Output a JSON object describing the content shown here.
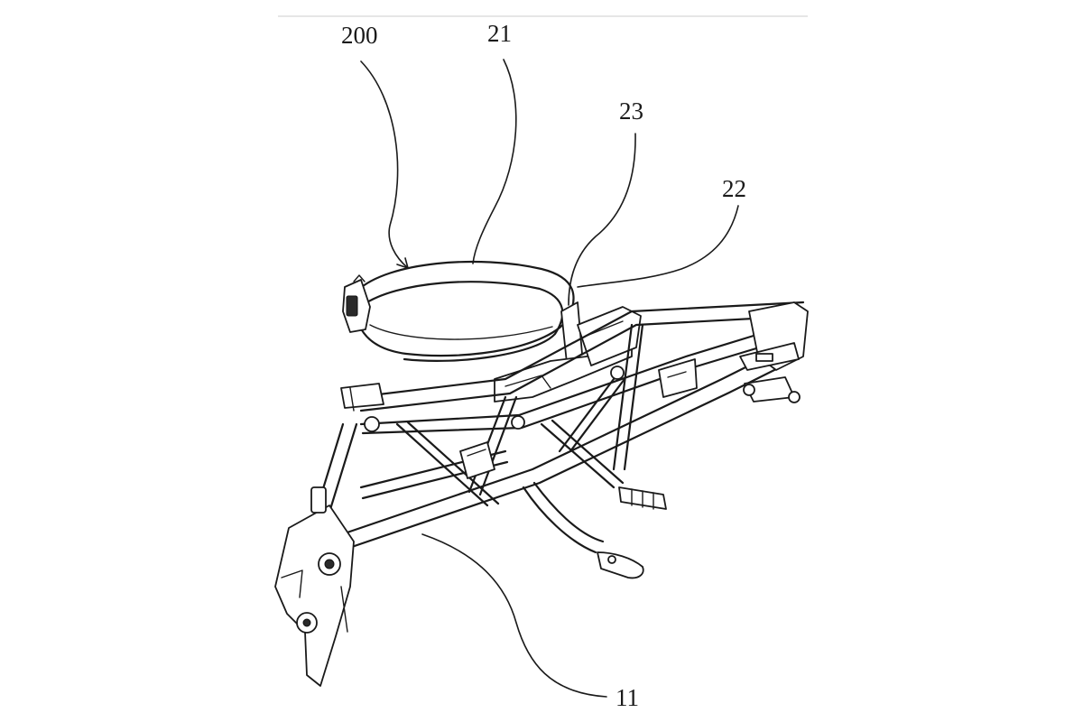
{
  "figure": {
    "labels": {
      "ref_200": "200",
      "ref_21": "21",
      "ref_23": "23",
      "ref_22": "22",
      "ref_11": "11"
    }
  }
}
